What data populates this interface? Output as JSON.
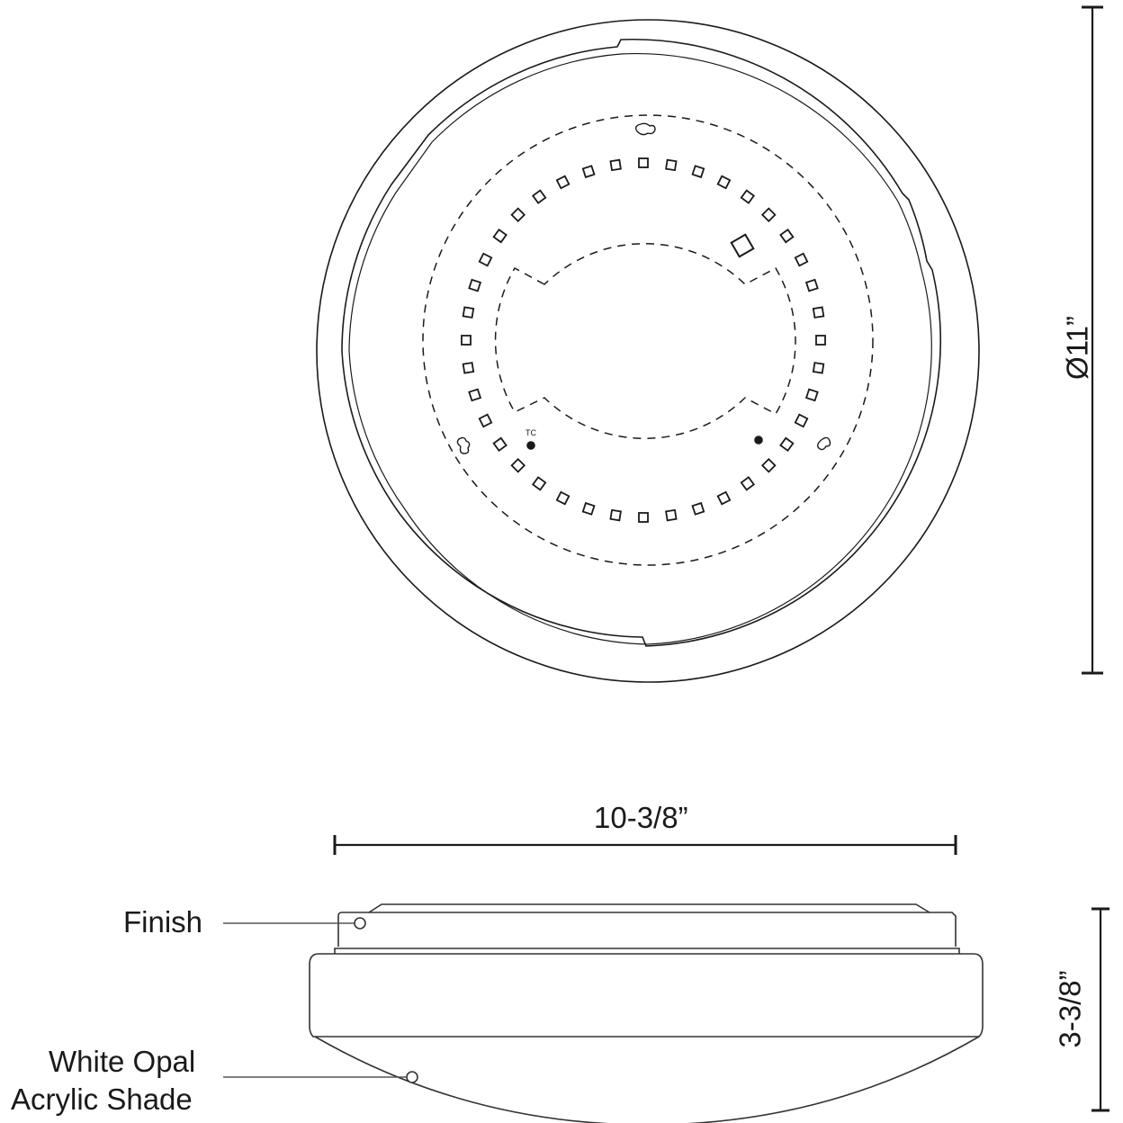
{
  "diagram": {
    "type": "product-dimension-drawing",
    "views": {
      "top_view": {
        "dimension_label": "Ø11”",
        "dimension_axis": "vertical",
        "led_count_visible": 40,
        "led_marker_label": "TC"
      },
      "side_view": {
        "width_label": "10-3/8”",
        "height_label": "3-3/8”",
        "callouts": [
          {
            "label": "Finish"
          },
          {
            "label_line1": "White Opal",
            "label_line2": "Acrylic Shade"
          }
        ]
      }
    },
    "colors": {
      "line": "#1a1a1a",
      "background": "#ffffff"
    }
  }
}
